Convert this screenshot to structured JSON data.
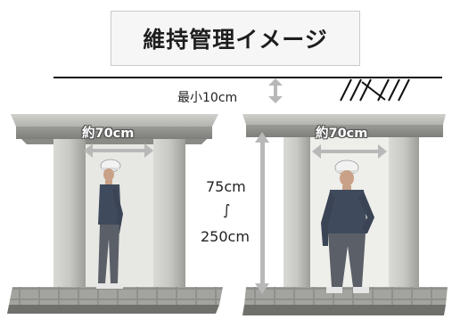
{
  "title": "維持管理イメージ",
  "clearance": {
    "label": "最小10cm"
  },
  "left_unit": {
    "width_label": "約70cm"
  },
  "right_unit": {
    "width_label": "約70cm"
  },
  "height_range": {
    "min": "75cm",
    "separator": "∫",
    "max": "250cm"
  },
  "colors": {
    "concrete_light": "#c4c4c0",
    "concrete_mid": "#a9a9a5",
    "concrete_dark": "#7a7a76",
    "arrow": "#b5b5b5",
    "worker_shirt": "#3f4a5c",
    "worker_pants": "#5a5f68",
    "helmet": "#f2f2f2"
  }
}
